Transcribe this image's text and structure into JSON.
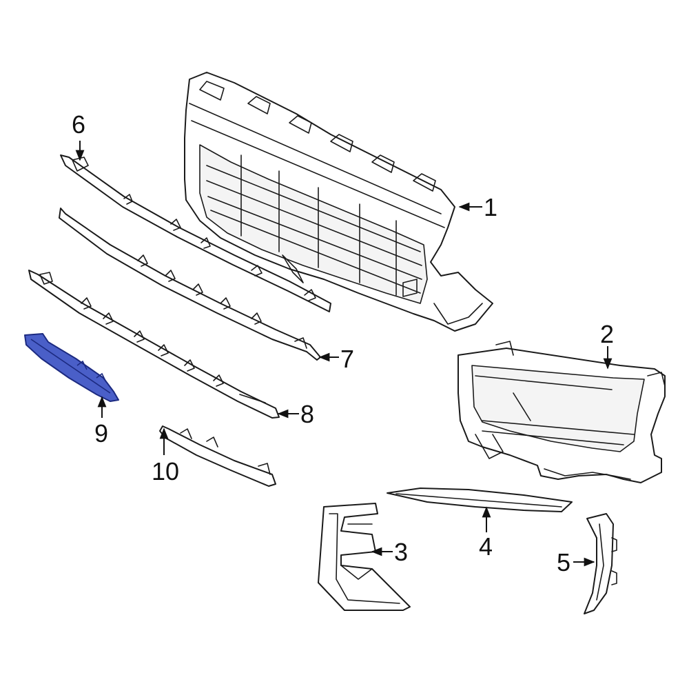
{
  "accent_color": "#4a5fc8",
  "callouts": [
    {
      "id": "1",
      "label": "1"
    },
    {
      "id": "2",
      "label": "2"
    },
    {
      "id": "3",
      "label": "3"
    },
    {
      "id": "4",
      "label": "4"
    },
    {
      "id": "5",
      "label": "5"
    },
    {
      "id": "6",
      "label": "6"
    },
    {
      "id": "7",
      "label": "7"
    },
    {
      "id": "8",
      "label": "8"
    },
    {
      "id": "9",
      "label": "9",
      "highlighted": true
    },
    {
      "id": "10",
      "label": "10"
    }
  ]
}
